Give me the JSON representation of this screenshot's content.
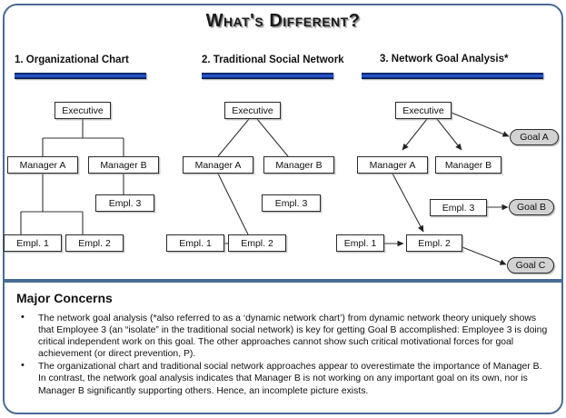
{
  "slide": {
    "title": "What's Different?",
    "border_color": "#4a6b94",
    "bar_color": "#1b47b4",
    "goal_fill": "#d2d2d2"
  },
  "columns": [
    {
      "header": "1. Organizational Chart",
      "nodes": [
        {
          "id": "exec",
          "label": "Executive"
        },
        {
          "id": "mgrA",
          "label": "Manager A"
        },
        {
          "id": "mgrB",
          "label": "Manager B"
        },
        {
          "id": "emp3",
          "label": "Empl. 3"
        },
        {
          "id": "emp1",
          "label": "Empl. 1"
        },
        {
          "id": "emp2",
          "label": "Empl. 2"
        }
      ]
    },
    {
      "header": "2. Traditional Social Network",
      "nodes": [
        {
          "id": "exec",
          "label": "Executive"
        },
        {
          "id": "mgrA",
          "label": "Manager A"
        },
        {
          "id": "mgrB",
          "label": "Manager B"
        },
        {
          "id": "emp3",
          "label": "Empl. 3"
        },
        {
          "id": "emp1",
          "label": "Empl. 1"
        },
        {
          "id": "emp2",
          "label": "Empl. 2"
        }
      ]
    },
    {
      "header": "3. Network Goal Analysis*",
      "nodes": [
        {
          "id": "exec",
          "label": "Executive"
        },
        {
          "id": "mgrA",
          "label": "Manager A"
        },
        {
          "id": "mgrB",
          "label": "Manager B"
        },
        {
          "id": "emp3",
          "label": "Empl. 3"
        },
        {
          "id": "emp1",
          "label": "Empl. 1"
        },
        {
          "id": "emp2",
          "label": "Empl. 2"
        }
      ],
      "goals": [
        {
          "id": "goalA",
          "label": "Goal  A"
        },
        {
          "id": "goalB",
          "label": "Goal B"
        },
        {
          "id": "goalC",
          "label": "Goal C"
        }
      ]
    }
  ],
  "concerns": {
    "title": "Major Concerns",
    "bullet_glyph": "•",
    "items": [
      "The network goal analysis (*also referred to as a ‘dynamic network chart’) from dynamic network theory uniquely shows that Employee 3 (an “isolate” in the traditional social network) is key for getting Goal B accomplished: Employee 3 is doing critical independent work on this goal. The other approaches cannot show such critical motivational forces for goal achievement (or direct prevention, P).",
      "The organizational chart and traditional social network approaches appear to overestimate the importance of Manager B. In contrast, the network goal analysis indicates that Manager B is not working on any important goal on its own, nor is Manager B significantly supporting others.  Hence, an incomplete picture exists."
    ]
  }
}
